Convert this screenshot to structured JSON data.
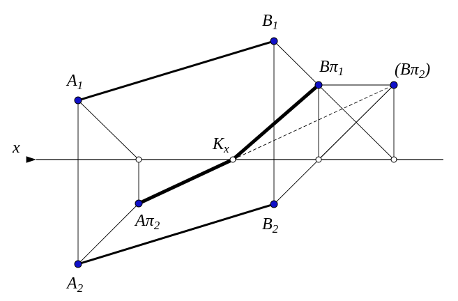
{
  "axis": {
    "label": "x"
  },
  "points": {
    "A1": {
      "main": "A",
      "sub": "1"
    },
    "B1": {
      "main": "B",
      "sub": "1"
    },
    "A2": {
      "main": "A",
      "sub": "2"
    },
    "B2": {
      "main": "B",
      "sub": "2"
    },
    "Api2": {
      "main": "Aπ",
      "sub": "2"
    },
    "Bpi1": {
      "main": "Bπ",
      "sub": "1"
    },
    "Bpi2": {
      "open": "(",
      "main": "Bπ",
      "sub": "2",
      "close": ")"
    },
    "Kx": {
      "main": "K",
      "sub": "x"
    }
  },
  "colors": {
    "point_fill": "#1010c8",
    "line": "#000000",
    "open_point_fill": "#ffffff"
  }
}
